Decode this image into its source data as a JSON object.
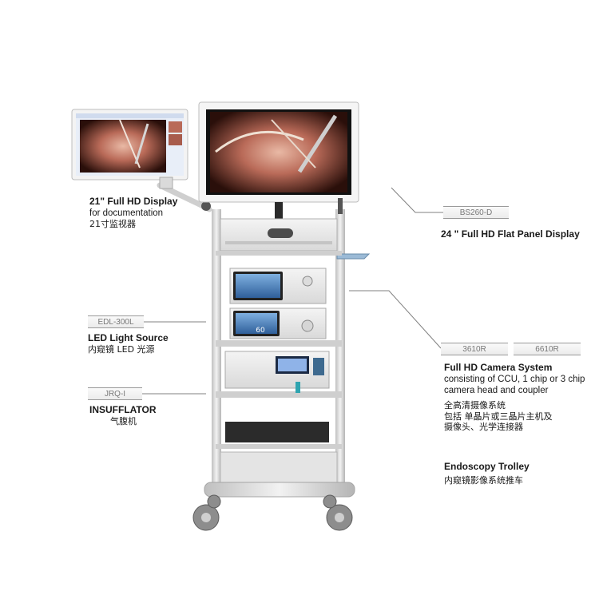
{
  "labels": {
    "doc_display": {
      "title": "21\" Full HD Display",
      "line2": "for documentation",
      "cn": "21寸监视器"
    },
    "main_display": {
      "model": "BS260-D",
      "title": "24 \" Full HD Flat Panel Display"
    },
    "light_source": {
      "model": "EDL-300L",
      "title": "LED Light Source",
      "cn": "内窥镜 LED 光源"
    },
    "insufflator": {
      "model": "JRQ-I",
      "title": "INSUFFLATOR",
      "cn": "气腹机"
    },
    "camera": {
      "model_a": "3610R",
      "model_b": "6610R",
      "title": "Full HD Camera System",
      "line2": "consisting of CCU, 1 chip or 3 chip",
      "line3": "camera head and coupler",
      "cn1": "全高清摄像系统",
      "cn2": "包括  单晶片或三晶片主机及",
      "cn3": "摄像头、光学连接器"
    },
    "trolley": {
      "title": "Endoscopy Trolley",
      "cn": "内窥镜影像系统推车"
    }
  },
  "device_readouts": {
    "insufflator_value": "60"
  },
  "colors": {
    "trolley_frame": "#d8d8d8",
    "device_body": "#e9e9e9",
    "screen_blue": "#3c6fae",
    "leader_line": "#808080"
  }
}
